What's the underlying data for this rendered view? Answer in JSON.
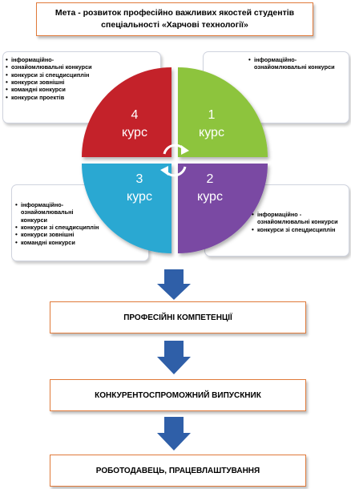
{
  "goal": {
    "line1": "Мета - розвиток професійно важливих якостей студентів",
    "line2": "спеціальності «Харчові технології»"
  },
  "colors": {
    "accent_border": "#e07a3a",
    "course1": "#8dc43d",
    "course2": "#7a4aa3",
    "course3": "#2aa8d2",
    "course4": "#c4242c",
    "arrow": "#2f5fa8"
  },
  "courses": [
    {
      "id": "course-4",
      "number": "4",
      "word": "курс",
      "items": [
        "інформаційно-",
        "ознайомлювальні конкурси",
        "конкурси зі спецдисциплін",
        "конкурси зовнішні",
        "командні конкурси",
        "конкурси проектів"
      ]
    },
    {
      "id": "course-1",
      "number": "1",
      "word": "курс",
      "items": [
        "інформаційно-\nознайомлювальні конкурси"
      ]
    },
    {
      "id": "course-3",
      "number": "3",
      "word": "курс",
      "items": [
        "інформаційно-\nознайомлювальні\nконкурси",
        "конкурси зі спецдисциплін",
        "конкурси зовнішні",
        "командні конкурси"
      ]
    },
    {
      "id": "course-2",
      "number": "2",
      "word": "курс",
      "items": [
        "інформаційно -\nознайомлювальні конкурси",
        "конкурси зі спецдисциплін"
      ]
    }
  ],
  "flow": [
    "ПРОФЕСІЙНІ КОМПЕТЕНЦІЇ",
    "КОНКУРЕНТОСПРОМОЖНИЙ ВИПУСКНИК",
    "РОБОТОДАВЕЦЬ,  ПРАЦЕВЛАШТУВАННЯ"
  ]
}
